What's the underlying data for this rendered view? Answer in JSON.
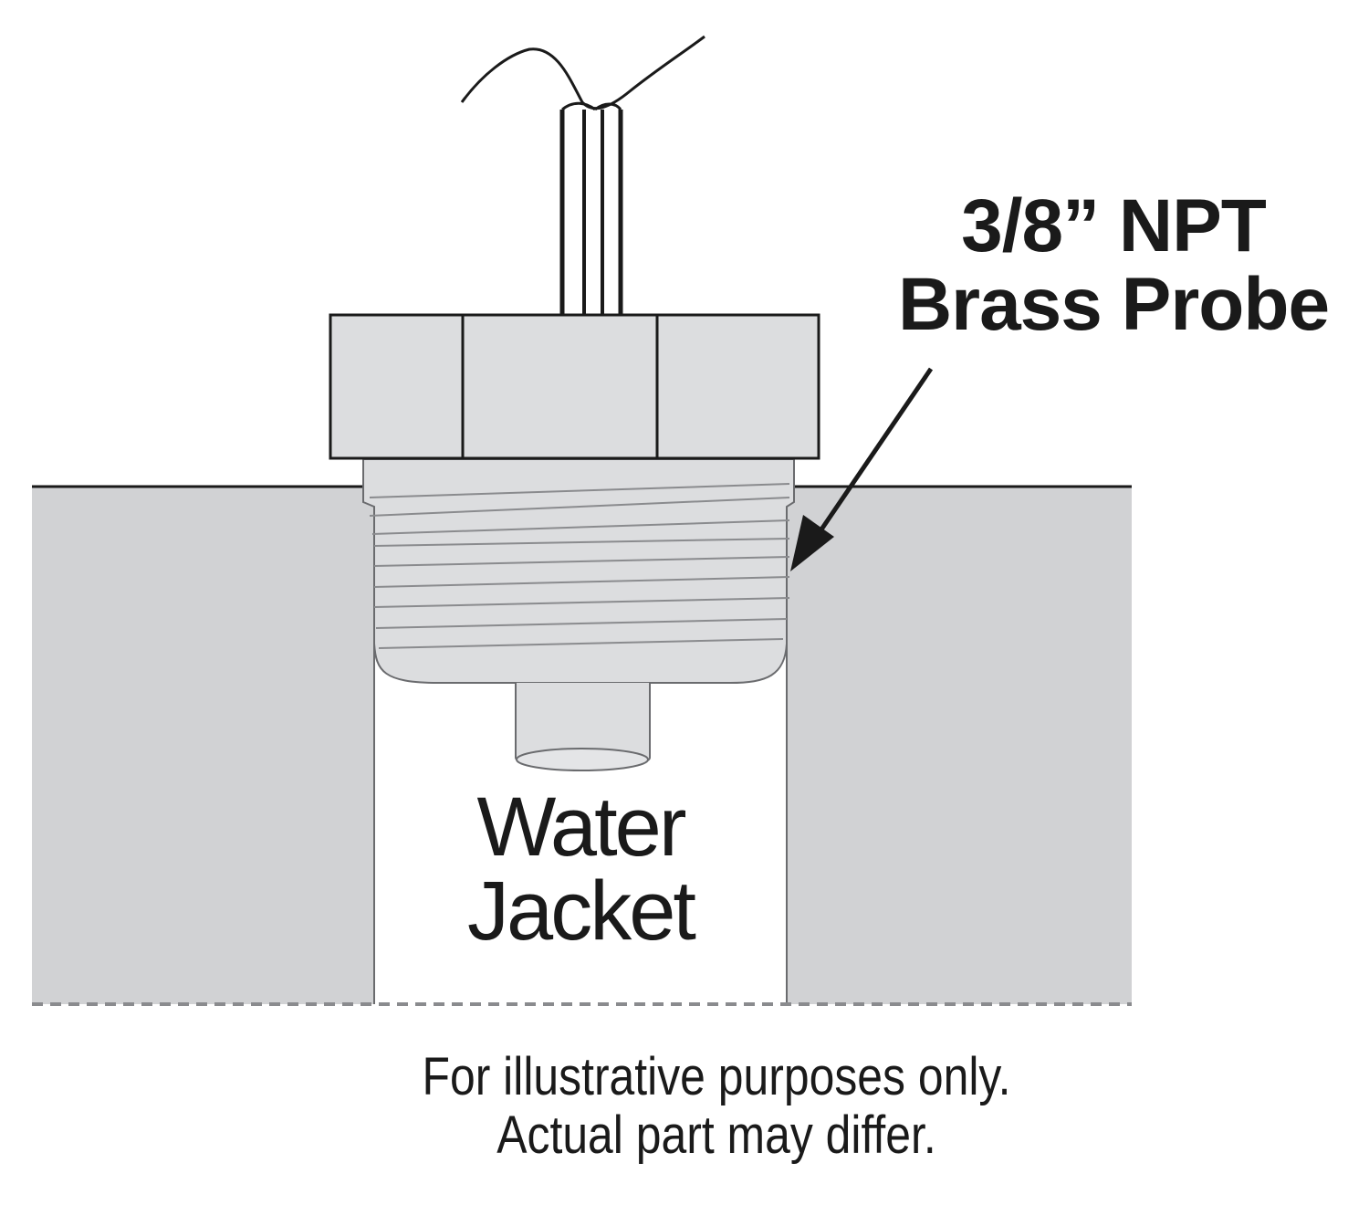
{
  "probe_label": {
    "line1": "3/8” NPT",
    "line2": "Brass Probe"
  },
  "jacket_label": {
    "line1": "Water",
    "line2": "Jacket"
  },
  "disclaimer": {
    "line1": "For illustrative purposes only.",
    "line2": "Actual part may differ."
  },
  "colors": {
    "jacket_fill": "#d1d2d4",
    "probe_fill": "#dcdddf",
    "outline": "#1a1a1a",
    "thread_line": "#8a8b8e"
  }
}
